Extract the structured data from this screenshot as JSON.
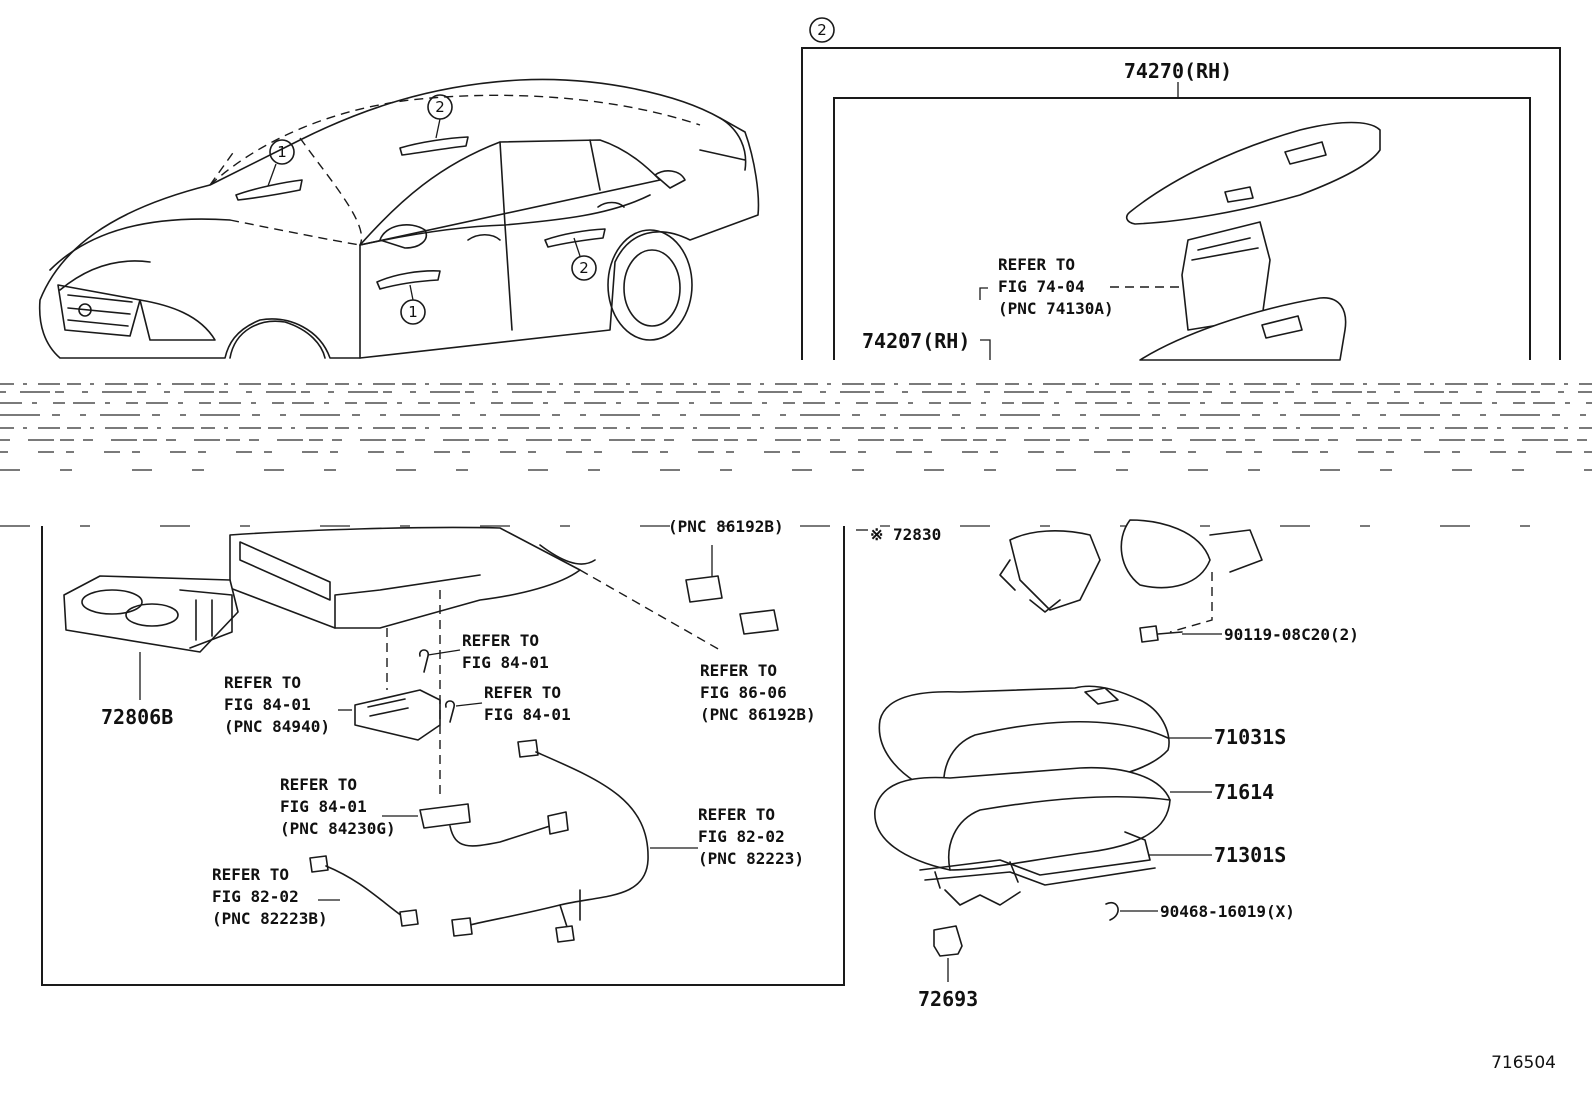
{
  "callouts": {
    "one": "1",
    "two": "2"
  },
  "parts": {
    "p74270": "74270(RH)",
    "p74207": "74207(RH)",
    "p72806b": "72806B",
    "p72830": "※ 72830",
    "p90119": "90119-08C20(2)",
    "p71031s": "71031S",
    "p71614": "71614",
    "p71301s": "71301S",
    "p90468": "90468-16019(X)",
    "p72693": "72693",
    "partial_pnc": "(PNC 86192B)"
  },
  "refs": {
    "r7404": {
      "l1": "REFER TO",
      "l2": "FIG 74-04",
      "l3": "(PNC 74130A)"
    },
    "r8401a": {
      "l1": "REFER TO",
      "l2": "FIG 84-01"
    },
    "r8401b": {
      "l1": "REFER TO",
      "l2": "FIG 84-01"
    },
    "r84940": {
      "l1": "REFER TO",
      "l2": "FIG 84-01",
      "l3": "(PNC 84940)"
    },
    "r8606": {
      "l1": "REFER TO",
      "l2": "FIG 86-06",
      "l3": "(PNC 86192B)"
    },
    "r84230": {
      "l1": "REFER TO",
      "l2": "FIG 84-01",
      "l3": "(PNC 84230G)"
    },
    "r82223": {
      "l1": "REFER TO",
      "l2": "FIG 82-02",
      "l3": "(PNC 82223)"
    },
    "r82223b": {
      "l1": "REFER TO",
      "l2": "FIG 82-02",
      "l3": "(PNC 82223B)"
    }
  },
  "figure_number": "716504"
}
